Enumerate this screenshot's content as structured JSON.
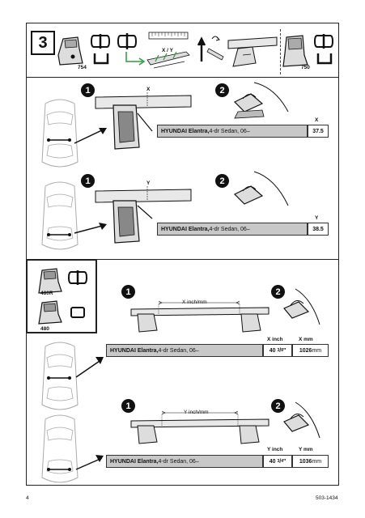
{
  "step_number": "3",
  "header": {
    "foot_left_code": "754",
    "foot_right_code": "750",
    "xy_label": "X / Y"
  },
  "side_kit": {
    "foot_a": "480R",
    "foot_b": "480"
  },
  "section1": {
    "num1": "1",
    "num2": "2",
    "marker": "X",
    "col_header": "X",
    "vehicle_model": "HYUNDAI Elantra,",
    "vehicle_spec": " 4-dr Sedan, 06–",
    "value": "37.5"
  },
  "section2": {
    "num1": "1",
    "num2": "2",
    "marker": "Y",
    "col_header": "Y",
    "vehicle_model": "HYUNDAI Elantra,",
    "vehicle_spec": " 4-dr Sedan, 06–",
    "value": "38.5"
  },
  "section3": {
    "num1": "1",
    "num2": "2",
    "dim_label": "X inch/mm",
    "col_inch": "X inch",
    "col_mm": "X mm",
    "vehicle_model": "HYUNDAI Elantra,",
    "vehicle_spec": " 4-dr Sedan, 06–",
    "value_inch_whole": "40",
    "value_inch_num": "3",
    "value_inch_den": "8",
    "value_inch_unit": "\"",
    "value_mm": "1026",
    "value_mm_unit": " mm"
  },
  "section4": {
    "num1": "1",
    "num2": "2",
    "dim_label": "Y inch/mm",
    "col_inch": "Y inch",
    "col_mm": "Y mm",
    "vehicle_model": "HYUNDAI Elantra,",
    "vehicle_spec": " 4-dr Sedan, 06–",
    "value_inch_whole": "40",
    "value_inch_num": "3",
    "value_inch_den": "4",
    "value_inch_unit": "\"",
    "value_mm": "1036",
    "value_mm_unit": " mm"
  },
  "footer": {
    "page_number": "4",
    "doc_code": "503-1434"
  }
}
